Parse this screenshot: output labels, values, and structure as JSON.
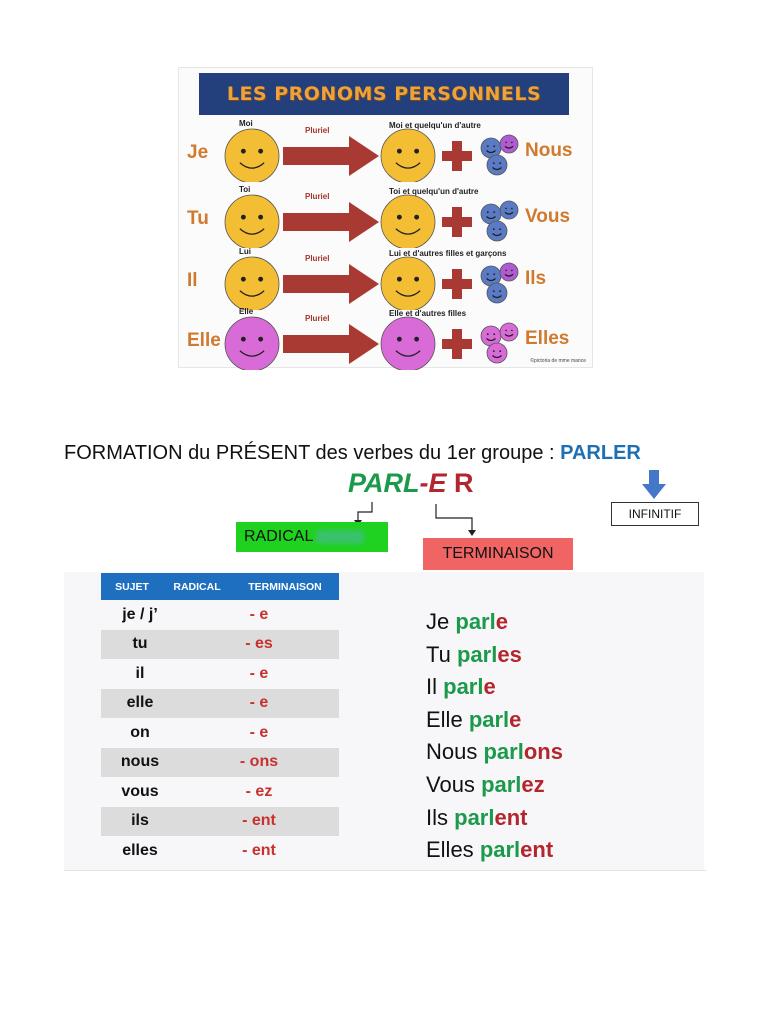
{
  "poster": {
    "title": "LES PRONOMS PERSONNELS",
    "copyright": "©pictoria de mme mance",
    "rows": [
      {
        "left": "Je",
        "top_small": "Moi",
        "pluriel": "Pluriel",
        "right_small": "Moi et quelqu'un d'autre",
        "right": "Nous",
        "face": "#f3be34",
        "plural_faces": [
          "#5a7bc4",
          "#5a7bc4",
          "#b05cd0"
        ]
      },
      {
        "left": "Tu",
        "top_small": "Toi",
        "pluriel": "Pluriel",
        "right_small": "Toi et quelqu'un d'autre",
        "right": "Vous",
        "face": "#f3be34",
        "plural_faces": [
          "#5a7bc4",
          "#5a7bc4",
          "#5a7bc4"
        ]
      },
      {
        "left": "Il",
        "top_small": "Lui",
        "pluriel": "Pluriel",
        "right_small": "Lui et d'autres filles et garçons",
        "right": "Ils",
        "face": "#f3be34",
        "plural_faces": [
          "#5a7bc4",
          "#5a7bc4",
          "#b05cd0"
        ]
      },
      {
        "left": "Elle",
        "top_small": "Elle",
        "pluriel": "Pluriel",
        "right_small": "Elle et d'autres filles",
        "right": "Elles",
        "face": "#d86bd8",
        "plural_faces": [
          "#d86bd8",
          "#d86bd8",
          "#d86bd8"
        ]
      }
    ]
  },
  "formation": {
    "title": "FORMATION du PRÉSENT des verbes du 1er groupe : ",
    "verb": "PARLER",
    "split": {
      "radical": "PARL",
      "dash": "-",
      "e": "E",
      "r": "R"
    },
    "infinitif_label": "INFINITIF",
    "radical_label": "RADICAL",
    "terminaison_label": "TERMINAISON"
  },
  "table": {
    "headers": [
      "SUJET",
      "RADICAL",
      "TERMINAISON"
    ],
    "rows": [
      {
        "subject": "je / j’",
        "ending": "- e"
      },
      {
        "subject": "tu",
        "ending": "- es"
      },
      {
        "subject": "il",
        "ending": "- e"
      },
      {
        "subject": "elle",
        "ending": "- e"
      },
      {
        "subject": "on",
        "ending": "- e"
      },
      {
        "subject": "nous",
        "ending": "- ons"
      },
      {
        "subject": "vous",
        "ending": "- ez"
      },
      {
        "subject": "ils",
        "ending": "- ent"
      },
      {
        "subject": "elles",
        "ending": "- ent"
      }
    ]
  },
  "conjugation": [
    {
      "pronoun": "Je",
      "radical": "parl",
      "ending": "e"
    },
    {
      "pronoun": "Tu",
      "radical": "parl",
      "ending": "es"
    },
    {
      "pronoun": "Il",
      "radical": "parl",
      "ending": "e"
    },
    {
      "pronoun": "Elle",
      "radical": "parl",
      "ending": "e"
    },
    {
      "pronoun": "Nous",
      "radical": "parl",
      "ending": "ons"
    },
    {
      "pronoun": "Vous",
      "radical": "parl",
      "ending": "ez"
    },
    {
      "pronoun": "Ils",
      "radical": "parl",
      "ending": "ent"
    },
    {
      "pronoun": "Elles",
      "radical": "parl",
      "ending": "ent"
    }
  ],
  "colors": {
    "radical_green": "#1c9a4b",
    "ending_red": "#b3262d",
    "header_blue": "#1f6fc1",
    "radical_box": "#1fd21f",
    "terminaison_box": "#f16464"
  }
}
